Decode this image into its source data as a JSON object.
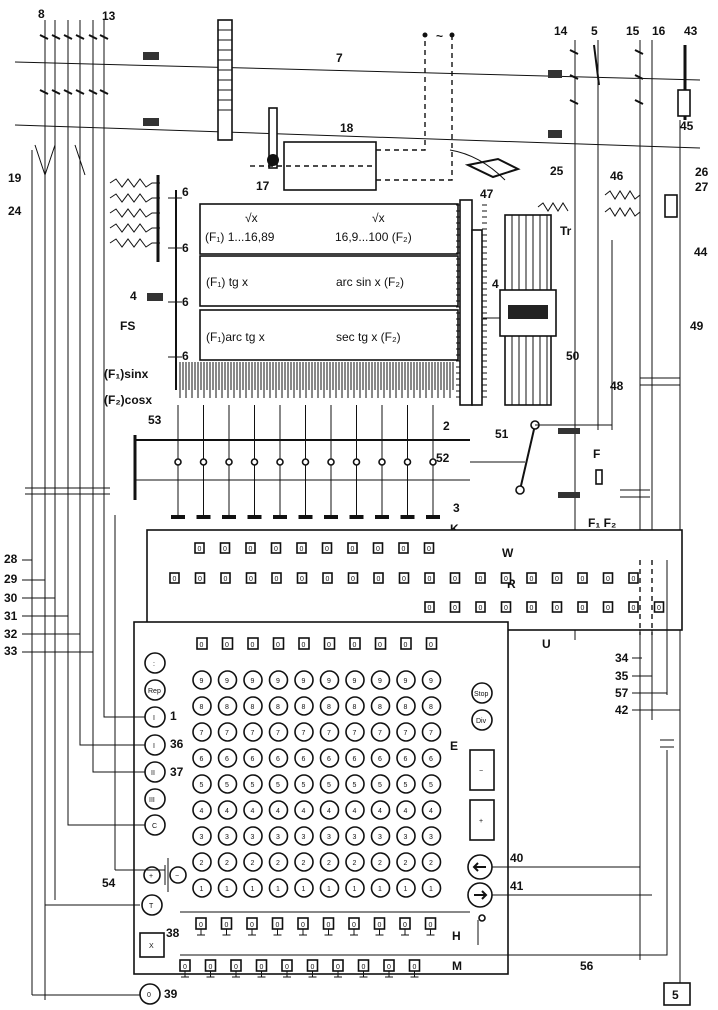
{
  "callouts": {
    "top_left": [
      "8",
      "13"
    ],
    "top_right": [
      "14",
      "5",
      "15",
      "16",
      "43"
    ],
    "shaft": "7",
    "unit18": "18",
    "unit17": "17",
    "ac": "~",
    "n19": "19",
    "n24": "24",
    "n47": "47",
    "n25": "25",
    "n46": "46",
    "n26": "26",
    "n27": "27",
    "n45": "45",
    "n44": "44",
    "n49": "49",
    "n48": "48",
    "n50": "50",
    "n51": "51",
    "n52": "52",
    "n2": "2",
    "n3": "3",
    "n4a": "4",
    "n4b": "4",
    "n6": [
      "6",
      "6",
      "6",
      "6"
    ],
    "FS": "FS",
    "Tr": "Tr",
    "K": "K",
    "W": "W",
    "R": "R",
    "U": "U",
    "E": "E",
    "H": "H",
    "M": "M",
    "F": "F",
    "F1F2": "F₁ F₂",
    "n53": "53",
    "left_bus": [
      "28",
      "29",
      "30",
      "31",
      "32",
      "33"
    ],
    "right_bus": [
      "34",
      "35",
      "57",
      "42"
    ],
    "n1": "1",
    "n36": "36",
    "n37": "37",
    "n38": "38",
    "n39": "39",
    "n40": "40",
    "n41": "41",
    "n54": "54",
    "n56": "56",
    "box5": "5"
  },
  "function_panels": [
    {
      "left_top": "√x",
      "left": "(F₁) 1...16,89",
      "right_top": "√x",
      "right": "16,9...100 (F₂)"
    },
    {
      "left_top": "",
      "left": "(F₁)  tg x",
      "right_top": "",
      "right": "arc sin x (F₂)"
    },
    {
      "left_top": "",
      "left": "(F₁)arc tg x",
      "right_top": "",
      "right": "sec tg x  (F₂)"
    }
  ],
  "trig_labels": [
    "(F₁)sinx",
    "(F₂)cosx"
  ],
  "register_key": "0",
  "keyboard_digits": [
    "9",
    "8",
    "7",
    "6",
    "5",
    "4",
    "3",
    "2",
    "1"
  ],
  "left_keys": [
    ":",
    "Rep",
    "I",
    "II",
    "III",
    "C",
    "+",
    "−",
    "T",
    "X",
    "0"
  ],
  "right_keys": {
    "stop": "Stop",
    "div": "Div",
    "minus": "−",
    "plus": "+"
  },
  "colors": {
    "ink": "#111111",
    "paper": "#ffffff"
  }
}
